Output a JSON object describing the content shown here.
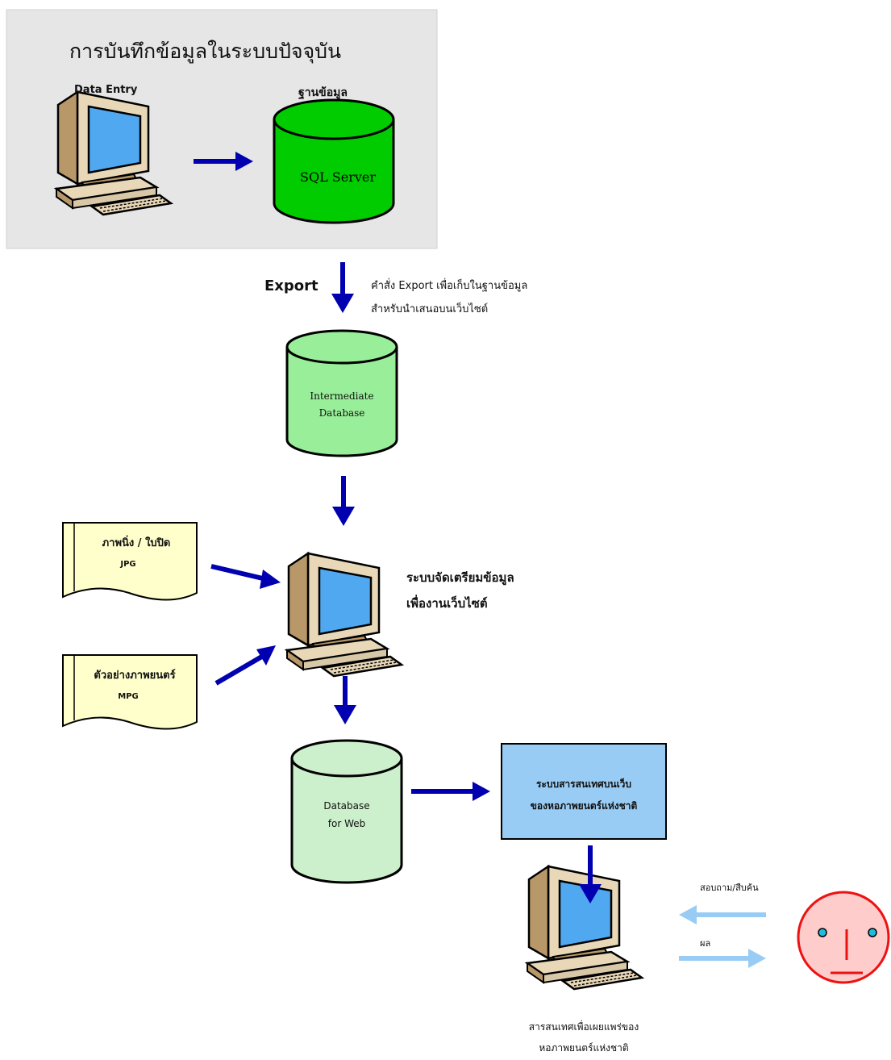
{
  "current_system": {
    "title": "การบันทึกข้อมูลในระบบปัจจุบัน",
    "data_entry_label": "Data Entry",
    "database_label": "ฐานข้อมูล",
    "sql_server_label": "SQL Server"
  },
  "export": {
    "label": "Export",
    "note_line1": "คำสั่ง Export เพื่อเก็บในฐานข้อมูล",
    "note_line2": "สำหรับนำเสนอบนเว็บไซต์"
  },
  "intermediate_db": {
    "line1": "Intermediate",
    "line2": "Database"
  },
  "inputs": {
    "images_line1": "ภาพนิ่ง / ใบปิด",
    "images_line2": "JPG",
    "trailers_line1": "ตัวอย่างภาพยนตร์",
    "trailers_line2": "MPG"
  },
  "prep_system": {
    "line1": "ระบบจัดเตรียมข้อมูล",
    "line2": "เพื่องานเว็บไซต์"
  },
  "web_db": {
    "line1": "Database",
    "line2": "for Web"
  },
  "web_system": {
    "line1": "ระบบสารสนเทศบนเว็บ",
    "line2": "ของหอภาพยนตร์แห่งชาติ"
  },
  "user_interaction": {
    "query_label": "สอบถาม/สืบค้น",
    "result_label": "ผล"
  },
  "client": {
    "line1": "สารสนเทศเพื่อเผยแพร่ของ",
    "line2": "หอภาพยนตร์แห่งชาติ"
  },
  "colors": {
    "panel_bg": "#e6e6e6",
    "arrow_dark": "#0000b0",
    "arrow_light": "#99ccf4",
    "sql_cylinder": "#00cc00",
    "intermediate_cylinder": "#99ee99",
    "web_cylinder": "#ccf0cc",
    "web_box": "#99ccf4",
    "note_paper": "#ffffcc",
    "face": "#ffcccc",
    "face_outline": "#ee1111"
  }
}
